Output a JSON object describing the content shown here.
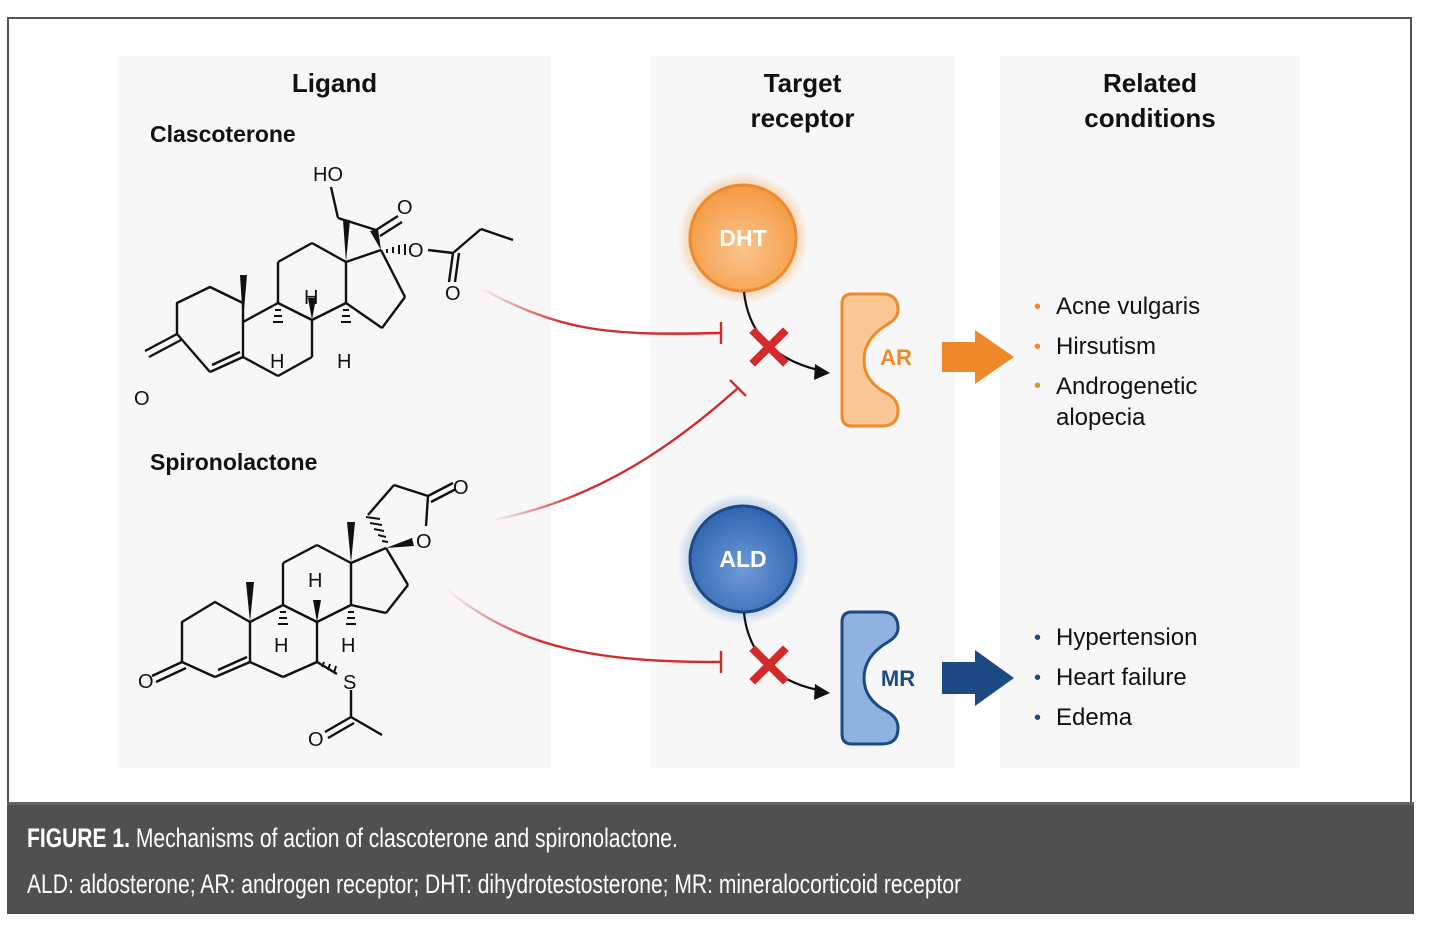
{
  "figure": {
    "columns": {
      "ligand": "Ligand",
      "target_receptor_line1": "Target",
      "target_receptor_line2": "receptor",
      "related_line1": "Related",
      "related_line2": "conditions"
    },
    "ligands": [
      {
        "name": "Clascoterone",
        "atoms": {
          "ho": "HO",
          "o_ketone": "O",
          "o_ester": "O",
          "o_carbonyl": "O",
          "o_enone": "O",
          "h1": "H",
          "h2": "H",
          "h3": "H"
        }
      },
      {
        "name": "Spironolactone",
        "atoms": {
          "o_lactone_carbonyl": "O",
          "o_lactone_ring": "O",
          "o_enone": "O",
          "s": "S",
          "o_thioester": "O",
          "h1": "H",
          "h2": "H",
          "h3": "H"
        }
      }
    ],
    "pathways": [
      {
        "ligand": "DHT",
        "receptor": "AR",
        "color": "#f0892a",
        "fill_light": "#fac794",
        "conditions": [
          "Acne vulgaris",
          "Hirsutism",
          "Androgenetic",
          "alopecia"
        ]
      },
      {
        "ligand": "ALD",
        "receptor": "MR",
        "color": "#1d4a85",
        "fill_light": "#8fb2df",
        "conditions": [
          "Hypertension",
          "Heart failure",
          "Edema"
        ]
      }
    ],
    "inhibitor_color": "#d42a2a",
    "bullet": "•"
  },
  "caption": {
    "label": "FIGURE 1.",
    "title": " Mechanisms of action of clascoterone and spironolactone.",
    "abbreviations": "ALD: aldosterone; AR: androgen receptor; DHT: dihydrotestosterone; MR: mineralocorticoid receptor"
  }
}
